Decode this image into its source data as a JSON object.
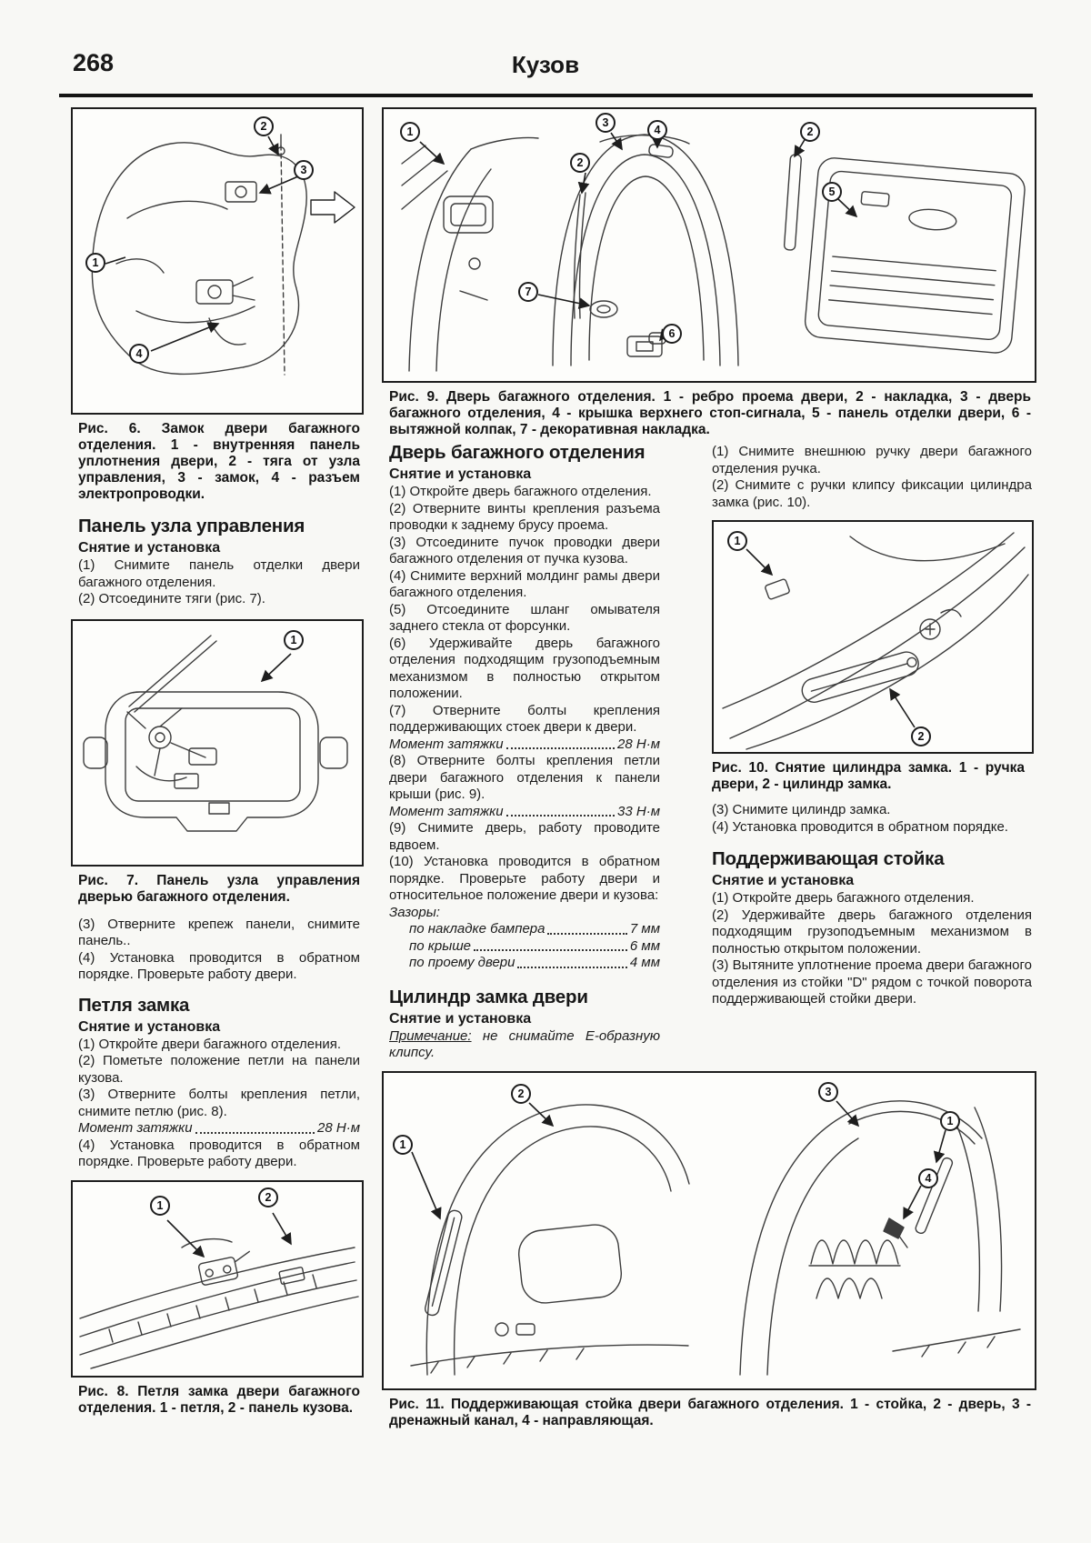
{
  "page": {
    "number": "268",
    "title": "Кузов"
  },
  "figures": {
    "fig6": {
      "caption": "Рис. 6. Замок двери багажного отделения. 1 - внутренняя панель уплотнения двери, 2 - тяга от узла управления, 3 - замок, 4 - разъем электропроводки.",
      "callouts": [
        "1",
        "2",
        "3",
        "4"
      ]
    },
    "fig7": {
      "caption": "Рис. 7. Панель узла управления дверью багажного отделения.",
      "callouts": [
        "1"
      ]
    },
    "fig8": {
      "caption": "Рис. 8. Петля замка двери багажного отделения. 1 - петля, 2 - панель кузова.",
      "callouts": [
        "1",
        "2"
      ]
    },
    "fig9": {
      "caption": "Рис. 9. Дверь багажного отделения. 1 - ребро проема двери, 2 - накладка, 3 - дверь багажного отделения, 4 - крышка верхнего стоп-сигнала, 5 - панель отделки двери, 6 - вытяжной колпак, 7 - декоративная накладка.",
      "callouts": [
        "1",
        "2",
        "3",
        "4",
        "2",
        "5",
        "7",
        "6"
      ]
    },
    "fig10": {
      "caption": "Рис. 10. Снятие цилиндра замка. 1 - ручка двери, 2 - цилиндр замка.",
      "callouts": [
        "1",
        "2"
      ]
    },
    "fig11": {
      "caption": "Рис. 11. Поддерживающая стойка двери багажного отделения. 1 - стойка, 2 - дверь, 3 - дренажный канал, 4 - направляющая.",
      "callouts": [
        "2",
        "1",
        "3",
        "1",
        "4"
      ]
    }
  },
  "sections": {
    "panel": {
      "heading": "Панель узла управления",
      "subheading": "Снятие и установка",
      "step1": "(1) Снимите панель отделки двери багажного отделения.",
      "step2": "(2) Отсоедините тяги (рис. 7).",
      "step3": "(3) Отверните крепеж панели, снимите панель..",
      "step4": "(4) Установка проводится в обратном порядке. Проверьте работу двери."
    },
    "hinge": {
      "heading": "Петля замка",
      "subheading": "Снятие и установка",
      "step1": "(1) Откройте двери багажного отделения.",
      "step2": "(2) Пометьте положение петли на панели кузова.",
      "step3": "(3) Отверните болты крепления петли, снимите петлю (рис. 8).",
      "torque": {
        "label": "Момент затяжки",
        "value": "28 Н·м"
      },
      "step4": "(4) Установка проводится в обратном порядке. Проверьте работу двери."
    },
    "door": {
      "heading": "Дверь багажного отделения",
      "subheading": "Снятие и установка",
      "step1": "(1) Откройте дверь багажного отделения.",
      "step2": "(2) Отверните винты крепления разъема проводки к заднему брусу проема.",
      "step3": "(3) Отсоедините пучок проводки двери багажного отделения от пучка кузова.",
      "step4": "(4) Снимите верхний молдинг рамы двери багажного отделения.",
      "step5": "(5) Отсоедините шланг омывателя заднего стекла от форсунки.",
      "step6": "(6) Удерживайте дверь багажного отделения подходящим грузоподъемным механизмом в полностью открытом положении.",
      "step7": "(7) Отверните болты крепления поддерживающих стоек двери к двери.",
      "torque1": {
        "label": "Момент затяжки",
        "value": "28 Н·м"
      },
      "step8": "(8) Отверните болты крепления петли двери багажного отделения к панели крыши (рис. 9).",
      "torque2": {
        "label": "Момент затяжки",
        "value": "33 Н·м"
      },
      "step9": "(9) Снимите дверь, работу проводите вдвоем.",
      "step10": "(10) Установка проводится в обратном порядке. Проверьте работу двери и относительное положение двери и кузова:",
      "gaps_label": "Зазоры:",
      "gap1": {
        "label": "по накладке бампера",
        "value": "7 мм"
      },
      "gap2": {
        "label": "по крыше",
        "value": "6 мм"
      },
      "gap3": {
        "label": "по проему двери",
        "value": "4 мм"
      }
    },
    "cylinder": {
      "heading": "Цилиндр замка двери",
      "subheading": "Снятие и установка",
      "note_label": "Примечание:",
      "note_text": " не снимайте Е-образную клипсу.",
      "step1": "(1) Снимите внешнюю ручку двери багажного отделения ручка.",
      "step2": "(2) Снимите с ручки клипсу фиксации цилиндра замка (рис. 10).",
      "step3": "(3) Снимите цилиндр замка.",
      "step4": "(4) Установка проводится в обратном порядке."
    },
    "strut": {
      "heading": "Поддерживающая стойка",
      "subheading": "Снятие и установка",
      "step1": "(1) Откройте дверь багажного отделения.",
      "step2": "(2) Удерживайте дверь багажного отделения подходящим грузоподъемным механизмом в полностью открытом положении.",
      "step3": "(3) Вытяните уплотнение проема двери багажного отделения из стойки \"D\" рядом с точкой поворота поддерживающей стойки двери."
    }
  }
}
